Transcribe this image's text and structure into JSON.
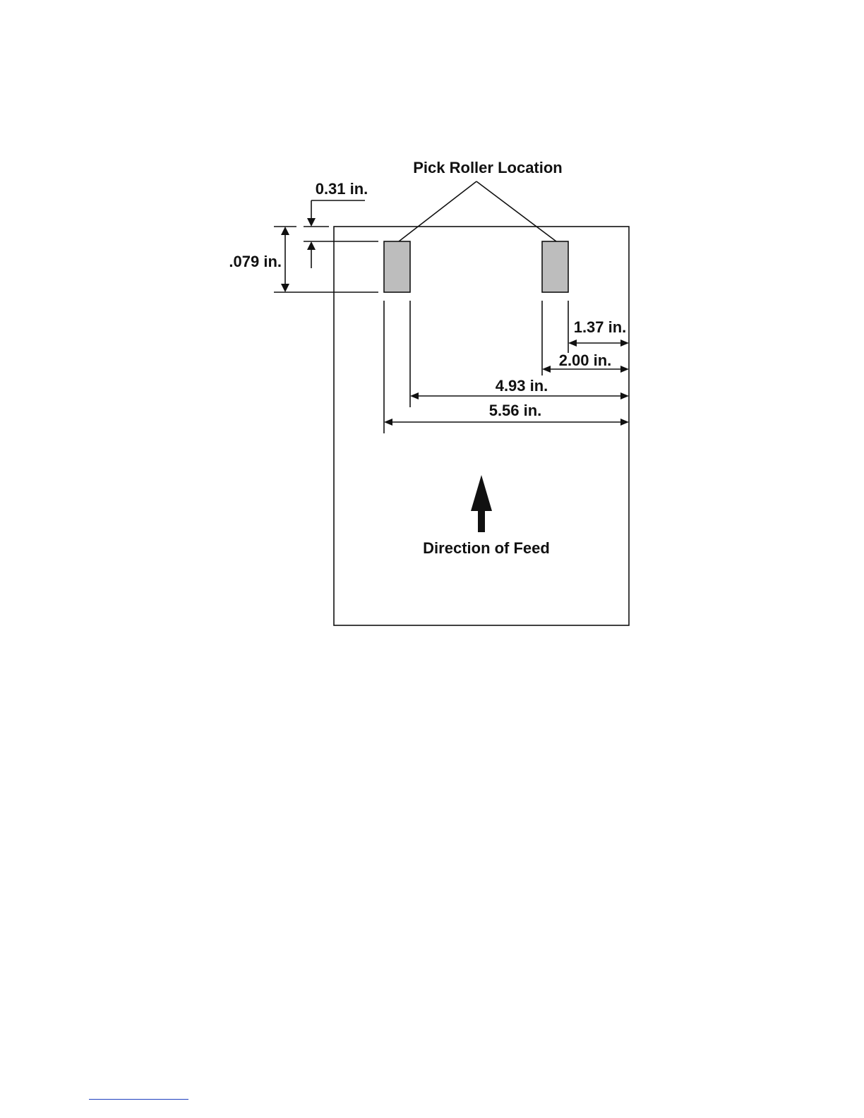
{
  "title": "Pick Roller Location",
  "dimensions": {
    "top_margin": "0.31 in.",
    "roller_length": ".079 in.",
    "right_roller_inner": "1.37 in.",
    "right_roller_outer": "2.00 in.",
    "left_roller_inner": "4.93 in.",
    "left_roller_outer": "5.56 in."
  },
  "feed_label": "Direction of Feed",
  "colors": {
    "line": "#111111",
    "roller_fill": "#bdbdbd",
    "footer_rule": "#1f3fbf"
  }
}
